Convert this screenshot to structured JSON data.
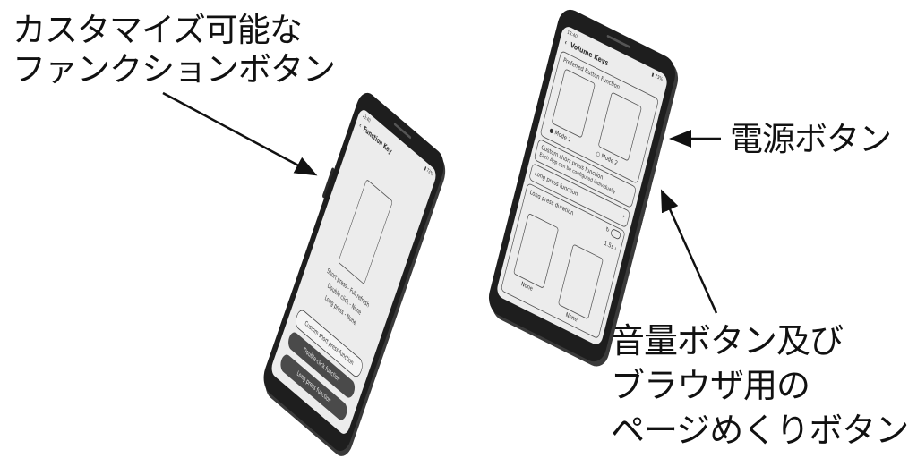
{
  "callouts": {
    "function_button": [
      "カスタマイズ可能な",
      "ファンクションボタン"
    ],
    "power_button": "電源ボタン",
    "volume_button": [
      "音量ボタン及び",
      "ブラウザ用の",
      "ページめくりボタン"
    ]
  },
  "left_phone": {
    "time": "13:40",
    "battery": "73%",
    "title": "Function Key",
    "info_lines": [
      "Short press - Full refresh",
      "Double click - None",
      "Long press - None"
    ],
    "buttons": [
      "Custom short press function",
      "Double-click function",
      "Long press function"
    ]
  },
  "right_phone": {
    "time": "13:40",
    "battery": "73%",
    "title": "Volume Keys",
    "section_title": "Preferred Button Function",
    "modes": [
      "Mode 1",
      "Mode 2"
    ],
    "selected_mode": "Mode 1",
    "custom_title": "Custom short press function",
    "custom_subtitle": "Each App can be configured individually",
    "long_press_function": "Long press function",
    "long_press_duration": "Long press duration",
    "duration_value": "1.5s",
    "panel_labels": [
      "None",
      "None"
    ]
  }
}
